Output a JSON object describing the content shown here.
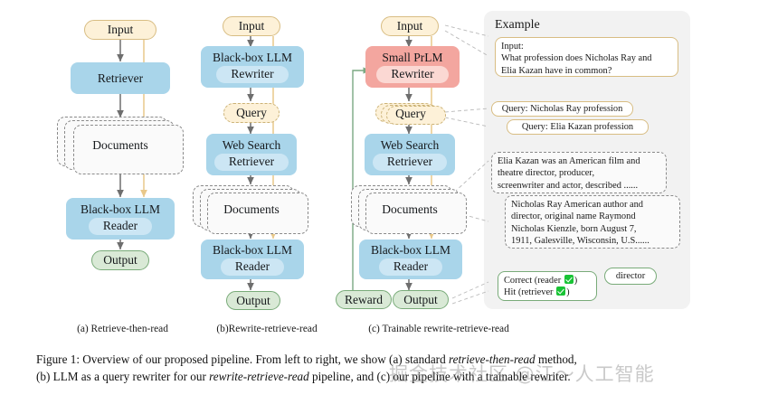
{
  "figure": {
    "caption_line1": "Figure 1:  Overview of our proposed pipeline. From left to right, we show (a) standard ",
    "caption_em1": "retrieve-then-read",
    "caption_line1b": " method,",
    "caption_line2": "(b) LLM as a query rewriter for our ",
    "caption_em2": "rewrite-retrieve-read",
    "caption_line2b": " pipeline, and (c) our pipeline with a trainable rewriter.",
    "watermark": "掘金技术社区 @江〜人工智能"
  },
  "subcaptions": {
    "a": "(a) Retrieve-then-read",
    "b": "(b)Rewrite-retrieve-read",
    "c": "(c) Trainable rewrite-retrieve-read"
  },
  "colors": {
    "input_fill": "#fdf1d8",
    "input_border": "#d8bd83",
    "blue_fill": "#a9d5ea",
    "blue_inner": "#cce6f4",
    "red_fill": "#f3a69f",
    "red_inner": "#fbd8d3",
    "green_fill": "#d9e9d6",
    "green_border": "#79ab79",
    "doc_border": "#8a8a8a",
    "arrow_gray": "#6e6e6e",
    "arrow_yellow": "#e8c88a",
    "arrow_green": "#7aa882",
    "panel_bg": "#f2f2f2",
    "check_green": "#19c335"
  },
  "pipeline_a": {
    "input": "Input",
    "retriever": "Retriever",
    "documents": "Documents",
    "reader_title": "Black-box LLM",
    "reader_sub": "Reader",
    "output": "Output"
  },
  "pipeline_b": {
    "input": "Input",
    "rewriter_title": "Black-box LLM",
    "rewriter_sub": "Rewriter",
    "query": "Query",
    "retriever_title": "Web Search",
    "retriever_sub": "Retriever",
    "documents": "Documents",
    "reader_title": "Black-box LLM",
    "reader_sub": "Reader",
    "output": "Output"
  },
  "pipeline_c": {
    "input": "Input",
    "rewriter_title": "Small PrLM",
    "rewriter_sub": "Rewriter",
    "query": "Query",
    "retriever_title": "Web Search",
    "retriever_sub": "Retriever",
    "documents": "Documents",
    "reader_title": "Black-box LLM",
    "reader_sub": "Reader",
    "output": "Output",
    "reward": "Reward"
  },
  "example": {
    "title": "Example",
    "input_label": "Input:",
    "input_text_line1": "What profession does Nicholas Ray and",
    "input_text_line2": "Elia Kazan have in common?",
    "query1": "Query: Nicholas Ray profession",
    "query2": "Query: Elia Kazan profession",
    "doc1_line1": "Elia Kazan was an American film and",
    "doc1_line2": "theatre director, producer,",
    "doc1_line3": "screenwriter and actor, described  ......",
    "doc2_line1": "Nicholas Ray American author and",
    "doc2_line2": "director, original name Raymond",
    "doc2_line3": "Nicholas Kienzle, born August 7,",
    "doc2_line4": "1911, Galesville, Wisconsin, U.S......",
    "reward_line1_pre": "Correct (reader ",
    "reward_line1_post": ")",
    "reward_line2_pre": "Hit (retriever ",
    "reward_line2_post": ")",
    "answer": "director"
  }
}
